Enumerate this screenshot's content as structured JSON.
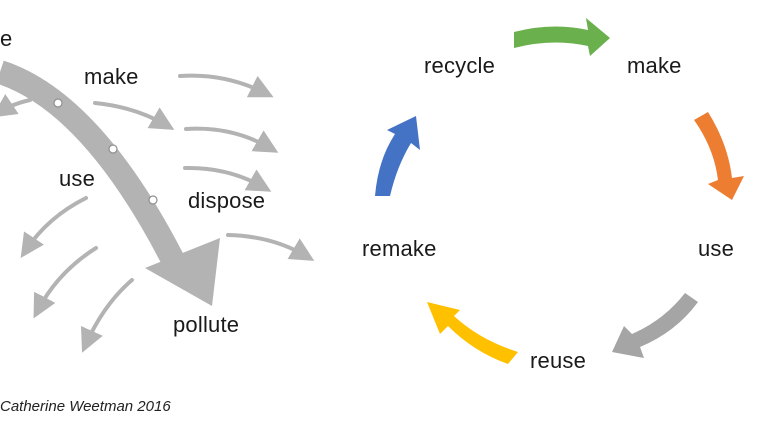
{
  "linear": {
    "labels": [
      "make",
      "use",
      "dispose",
      "pollute"
    ],
    "cut_label": "e",
    "credit": "Catherine Weetman 2016",
    "arrow_color": "#b3b3b3"
  },
  "circular": {
    "steps": [
      {
        "label": "make",
        "arrow_color": "#6ab04c"
      },
      {
        "label": "use",
        "arrow_color": "#ed7d31"
      },
      {
        "label": "reuse",
        "arrow_color": "#a5a5a5"
      },
      {
        "label": "remake",
        "arrow_color": "#ffc000"
      },
      {
        "label": "recycle",
        "arrow_color": "#4472c4"
      }
    ]
  }
}
